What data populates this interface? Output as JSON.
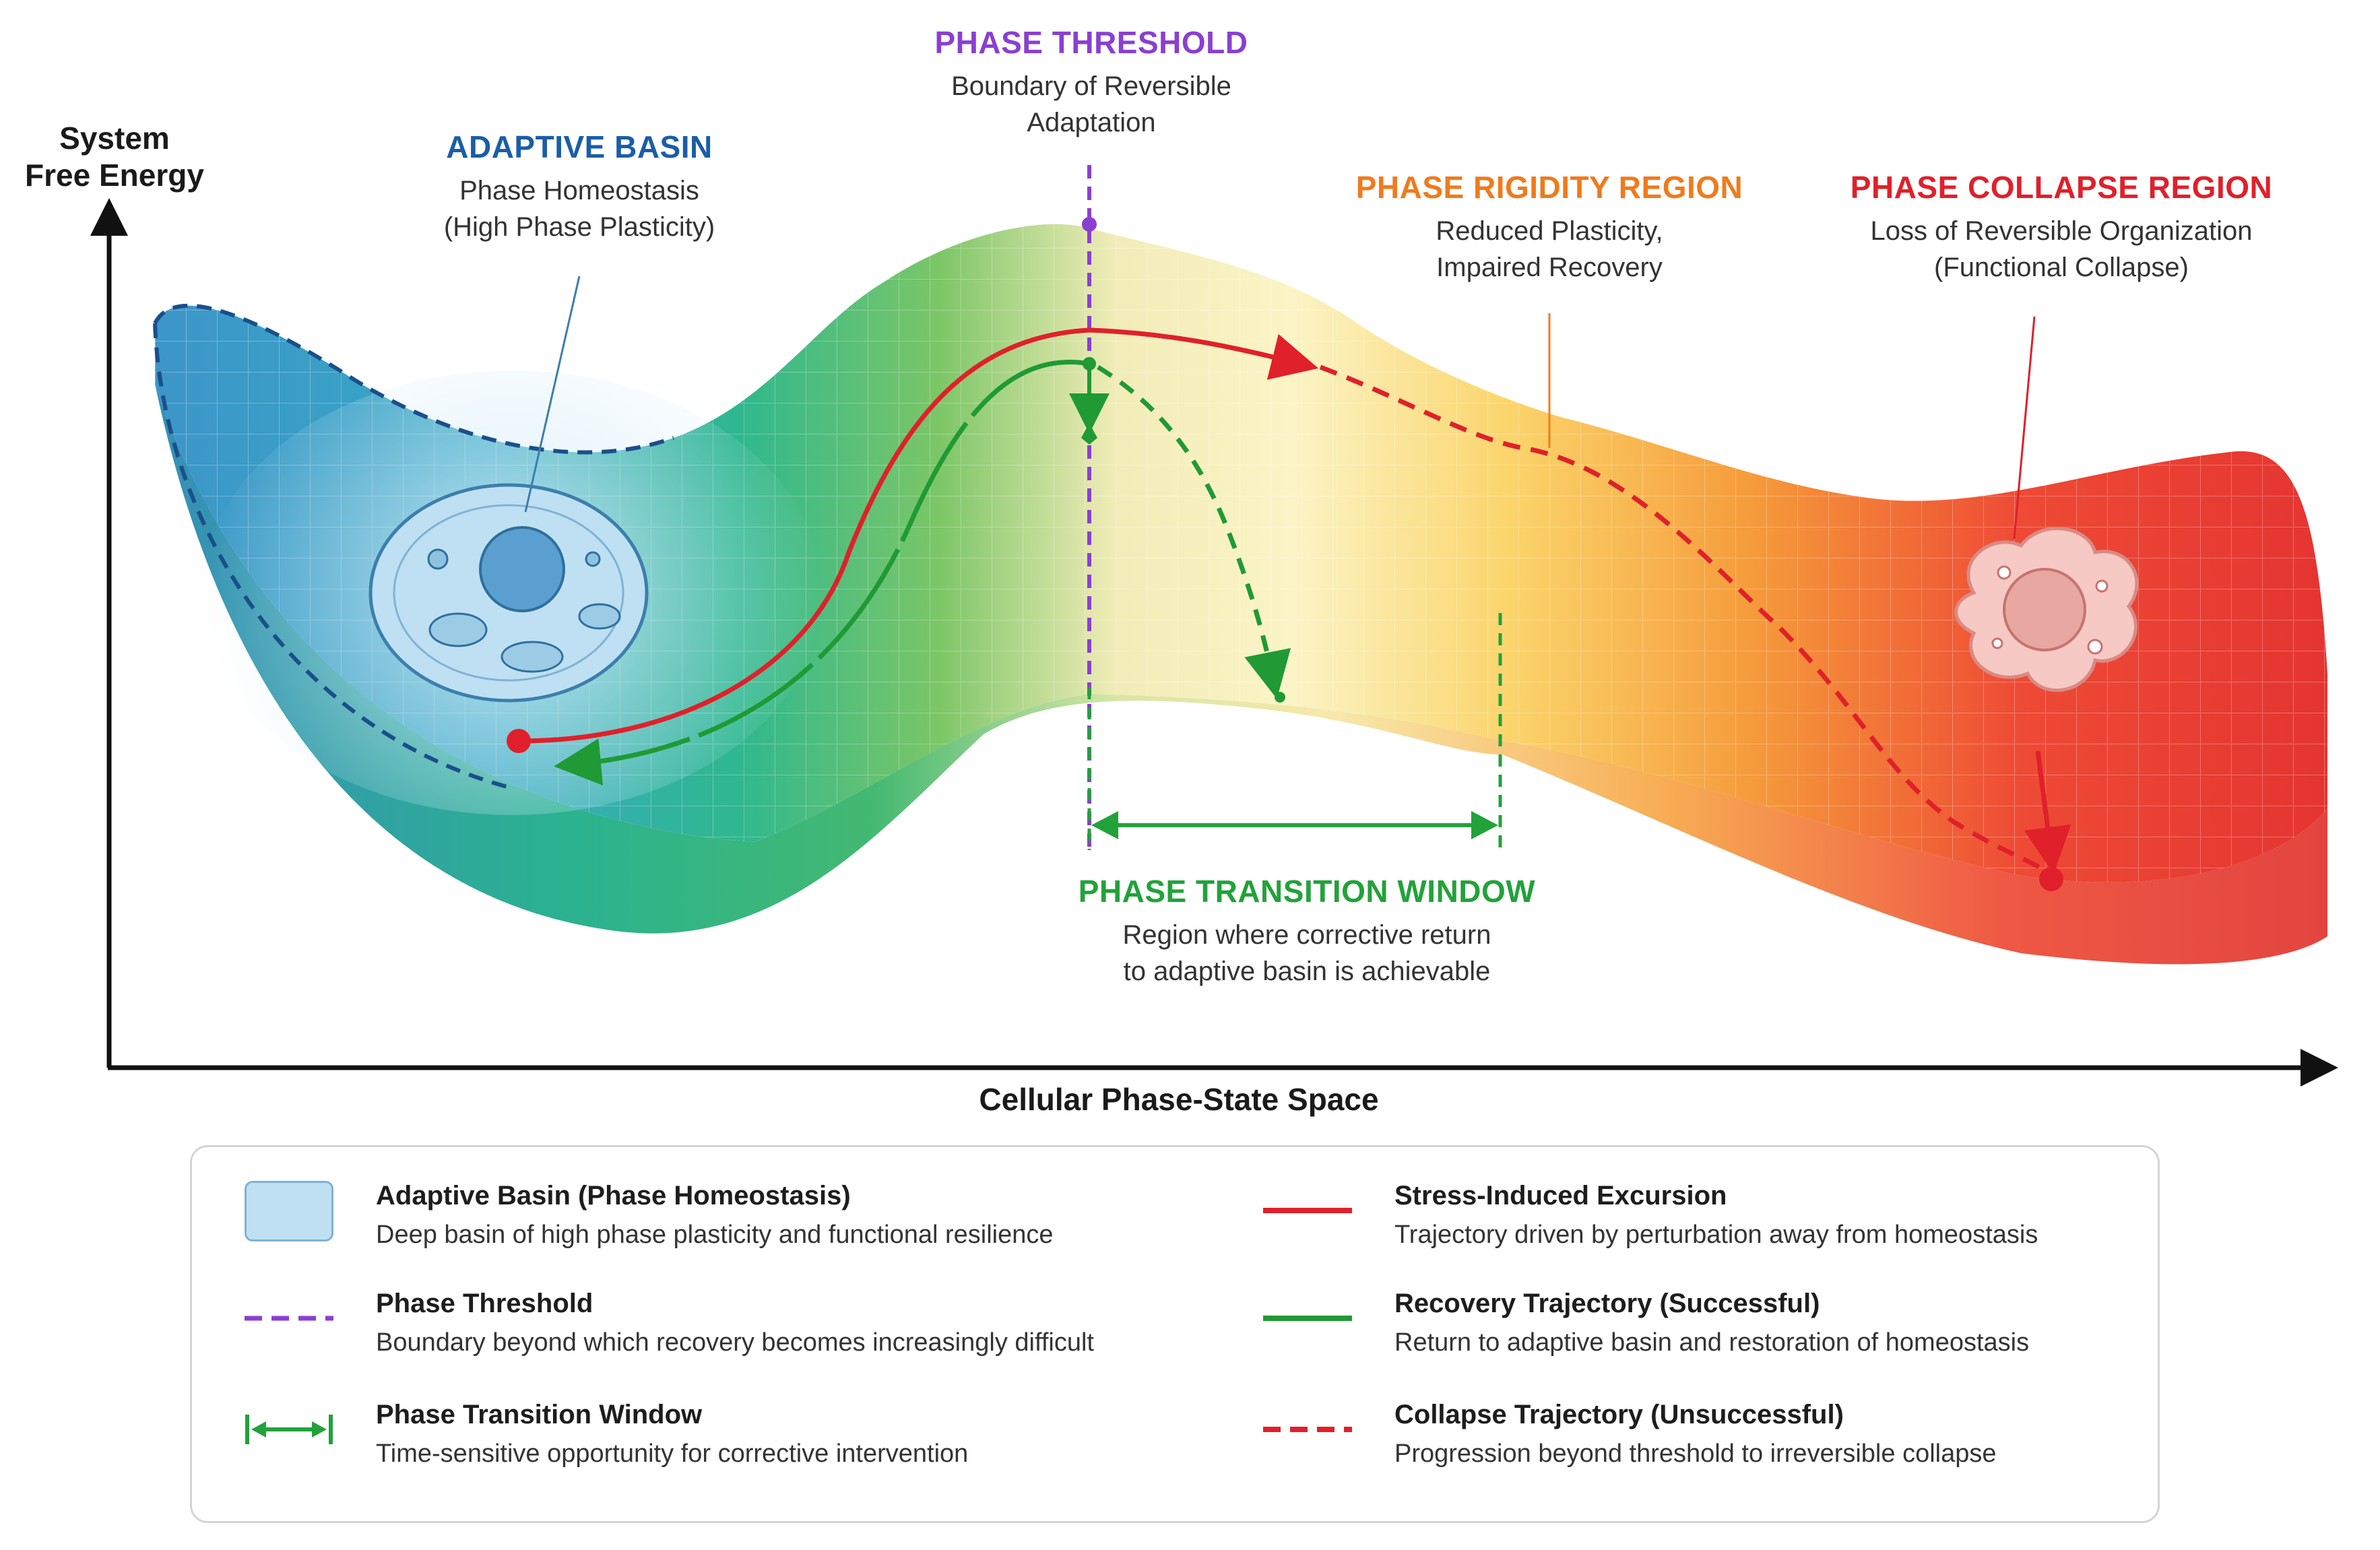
{
  "axes": {
    "y_label_line1": "System",
    "y_label_line2": "Free Energy",
    "x_label": "Cellular Phase-State Space"
  },
  "regions": {
    "adaptive_basin": {
      "title": "ADAPTIVE BASIN",
      "line1": "Phase Homeostasis",
      "line2": "(High Phase Plasticity)",
      "color": "#1a5ea8"
    },
    "phase_threshold": {
      "title": "PHASE THRESHOLD",
      "line1": "Boundary of Reversible",
      "line2": "Adaptation",
      "color": "#8a3fd1"
    },
    "rigidity": {
      "title": "PHASE RIGIDITY REGION",
      "line1": "Reduced Plasticity,",
      "line2": "Impaired Recovery",
      "color": "#ef7b1c"
    },
    "collapse": {
      "title": "PHASE COLLAPSE REGION",
      "line1": "Loss of Reversible Organization",
      "line2": "(Functional Collapse)",
      "color": "#e0202a"
    },
    "transition_window": {
      "title": "PHASE TRANSITION WINDOW",
      "line1": "Region where corrective return",
      "line2": "to adaptive basin is achievable",
      "color": "#22a23a"
    }
  },
  "legend": [
    {
      "key": "basin",
      "title": "Adaptive Basin (Phase Homeostasis)",
      "desc": "Deep basin of high phase plasticity and functional resilience"
    },
    {
      "key": "threshold",
      "title": "Phase Threshold",
      "desc": "Boundary beyond which recovery becomes increasingly difficult"
    },
    {
      "key": "window",
      "title": "Phase Transition Window",
      "desc": "Time-sensitive opportunity for corrective intervention"
    },
    {
      "key": "stress",
      "title": "Stress-Induced Excursion",
      "desc": "Trajectory driven by perturbation away from homeostasis"
    },
    {
      "key": "recovery",
      "title": "Recovery Trajectory (Successful)",
      "desc": "Return to adaptive basin and restoration of homeostasis"
    },
    {
      "key": "collapse",
      "title": "Collapse Trajectory (Unsuccessful)",
      "desc": "Progression beyond threshold to irreversible collapse"
    }
  ],
  "colors": {
    "stress": "#e0202a",
    "recovery": "#1f9a34",
    "threshold": "#8a3fd1",
    "basin_fill": "#bfe0f2",
    "axis": "#111111"
  }
}
